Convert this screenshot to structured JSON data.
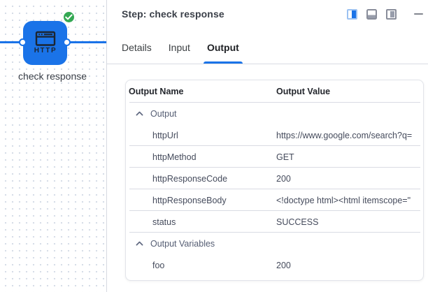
{
  "colors": {
    "accent": "#1a73e8",
    "node_blue": "#1a73e8",
    "success_green": "#34a853",
    "border_gray": "#dadce0"
  },
  "canvas": {
    "node_type_label": "HTTP",
    "node_label": "check response",
    "node_status": "success-check"
  },
  "panel": {
    "title": "Step: check response",
    "tabs": [
      {
        "label": "Details",
        "active": false
      },
      {
        "label": "Input",
        "active": false
      },
      {
        "label": "Output",
        "active": true
      }
    ]
  },
  "output_table": {
    "columns": [
      "Output Name",
      "Output Value"
    ],
    "groups": [
      {
        "label": "Output",
        "rows": [
          {
            "name": "httpUrl",
            "value": "https://www.google.com/search?q="
          },
          {
            "name": "httpMethod",
            "value": "GET"
          },
          {
            "name": "httpResponseCode",
            "value": "200"
          },
          {
            "name": "httpResponseBody",
            "value": "<!doctype html><html itemscope=\""
          },
          {
            "name": "status",
            "value": "SUCCESS"
          }
        ]
      },
      {
        "label": "Output Variables",
        "rows": [
          {
            "name": "foo",
            "value": "200"
          }
        ]
      }
    ]
  }
}
